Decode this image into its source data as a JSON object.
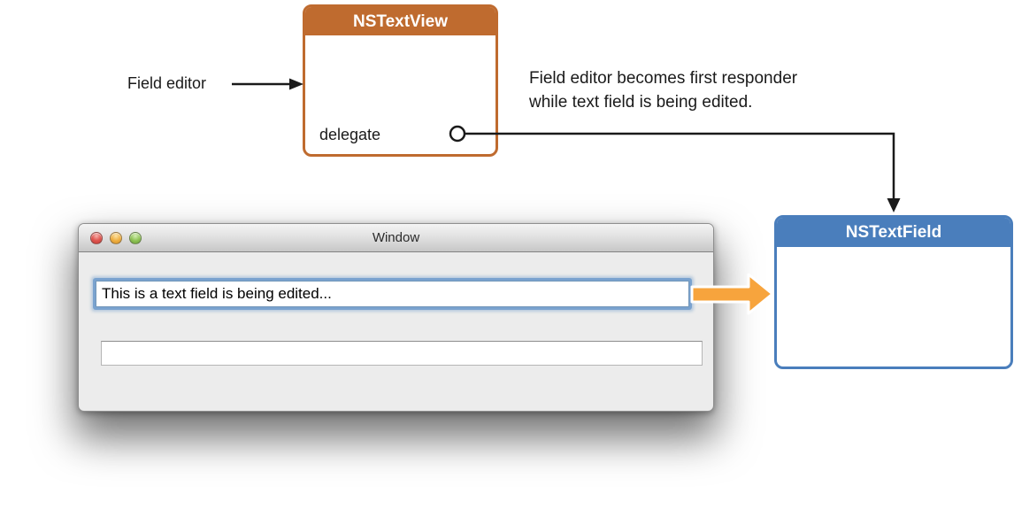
{
  "diagram": {
    "nstextview": {
      "title": "NSTextView",
      "port_label": "delegate"
    },
    "field_editor_label": "Field editor",
    "annotation": {
      "line1": "Field editor becomes first responder",
      "line2": "while text field is being edited."
    },
    "nstextfield": {
      "title": "NSTextField"
    },
    "colors": {
      "nstextview_orange": "#BF6B2F",
      "nstextfield_blue": "#4A7EBC",
      "arrow_orange": "#F7A43D",
      "focus_ring_blue": "#76A0CD",
      "connector_black": "#1A1A1A"
    }
  },
  "window": {
    "title": "Window",
    "fields": [
      {
        "value": "This is a text field is being edited...",
        "state": "being edited (focused)"
      },
      {
        "value": "",
        "state": "empty"
      }
    ]
  }
}
